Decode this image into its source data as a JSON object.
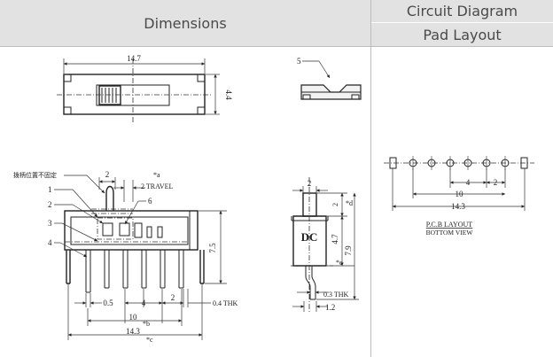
{
  "headers": {
    "dimensions": "Dimensions",
    "circuit_diagram": "Circuit  Diagram",
    "pad_layout": "Pad  Layout"
  },
  "top_view": {
    "width": "14.7",
    "height": "4.4"
  },
  "end_view": {
    "callout": "5"
  },
  "front_view": {
    "chinese_note": "拨柄位置不固定",
    "callout_1": "1",
    "callout_2": "2",
    "callout_3": "3",
    "callout_4": "4",
    "callout_6": "6",
    "knob_width": "2",
    "mark_a": "*a",
    "travel": "2  TRAVEL",
    "height": "7.5",
    "pitch_05": "0.5",
    "pitch_4": "4",
    "pitch_2": "2",
    "thk": "0.4  THK",
    "span_10": "10",
    "mark_b": "*b",
    "span_143": "14.3",
    "mark_c": "*c"
  },
  "side_view": {
    "top_width": "2",
    "top_dim": "2",
    "mark_d": "*d",
    "logo": "DC",
    "h_47": "4.7",
    "h_79": "7.9",
    "mark_e": "*e",
    "thk": "0.3  THK",
    "width_12": "1.2"
  },
  "pad_layout": {
    "pitch_4": "4",
    "pitch_2": "2",
    "span_10": "10",
    "span_143": "14.3",
    "title": "P.C.B  LAYOUT",
    "subtitle": "BOTTOM  VIEW"
  }
}
